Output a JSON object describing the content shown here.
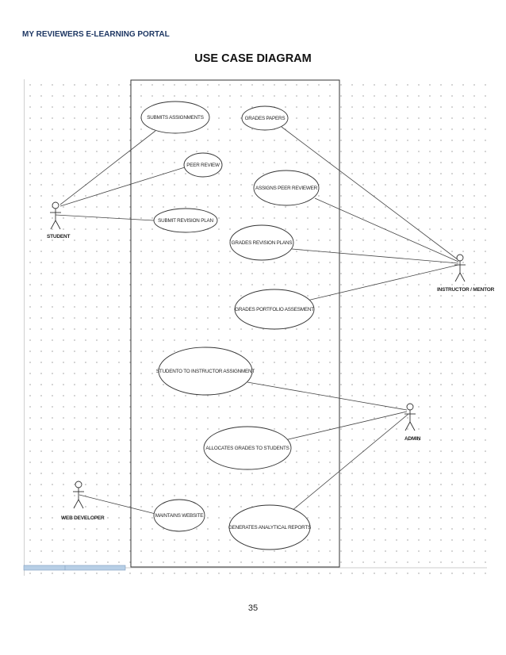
{
  "header": {
    "portal_name": "MY REVIEWERS E-LEARNING PORTAL"
  },
  "page": {
    "title": "USE CASE DIAGRAM",
    "number": "35"
  },
  "diagram": {
    "actors": {
      "student": "STUDENT",
      "instructor": "INSTRUCTOR / MENTOR",
      "admin": "ADMIN",
      "web_developer": "WEB DEVELOPER"
    },
    "use_cases": {
      "submits_assignments": "SUBMITS ASSIGNMENTS",
      "peer_review": "PEER REVIEW",
      "submit_revision_plan": "SUBMIT REVISION PLAN",
      "grades_papers": "GRADES PAPERS",
      "assigns_peer_reviewer": "ASSIGNS PEER REVIEWER",
      "grades_revision_plans": "GRADES REVISION PLANS",
      "grades_portfolio_assesment": "GRADES PORTFOLIO ASSESMENT",
      "student_to_instructor_assignment": "STUDENTO TO INSTRUCTOR ASSIGNMENT",
      "allocates_grades_to_students": "ALLOCATES GRADES TO STUDENTS",
      "maintains_website": "MAINTAINS WEBSITE",
      "generates_analytical_reports": "GENERATES ANALYTICAL REPORTS"
    }
  }
}
